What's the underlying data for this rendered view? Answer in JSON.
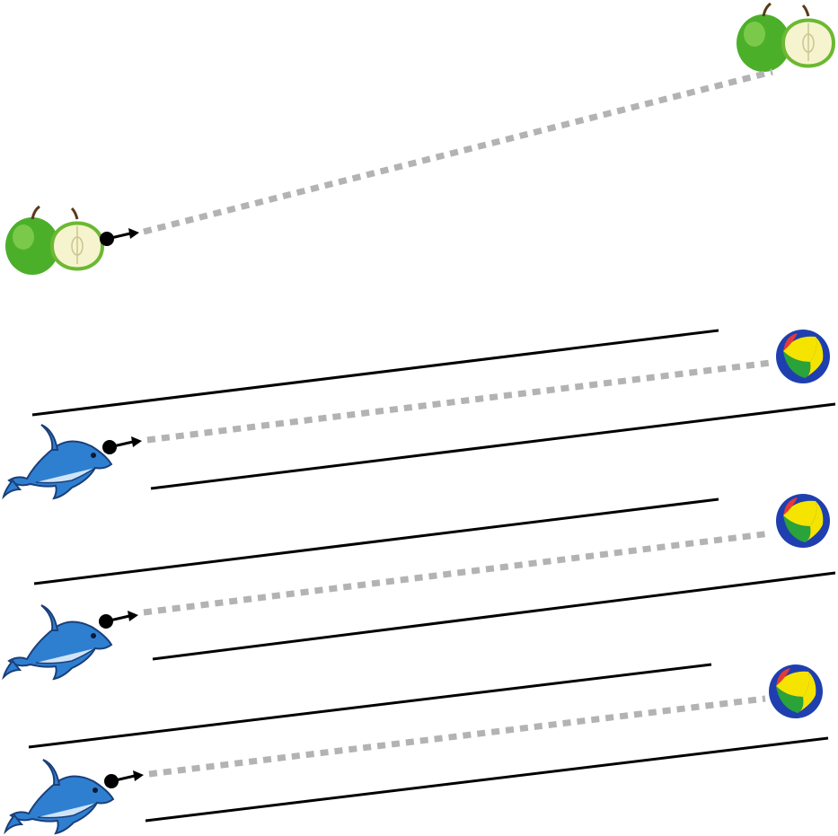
{
  "worksheet": {
    "activity": "trace-the-path",
    "example": {
      "start_icon": "apple-icon",
      "end_icon": "apple-icon",
      "path_style": "dotted",
      "path_color": "#b3b3b3"
    },
    "rows": [
      {
        "start_icon": "dolphin-icon",
        "end_icon": "beach-ball-icon",
        "path_style": "dotted"
      },
      {
        "start_icon": "dolphin-icon",
        "end_icon": "beach-ball-icon",
        "path_style": "dotted"
      },
      {
        "start_icon": "dolphin-icon",
        "end_icon": "beach-ball-icon",
        "path_style": "dotted"
      }
    ],
    "colors": {
      "guide_line": "#000000",
      "dotted_path": "#b3b3b3",
      "apple_green": "#4caf2a",
      "dolphin_blue": "#2f7fd1",
      "ball_red": "#e53935",
      "ball_yellow": "#f5e400",
      "ball_green": "#29a33a",
      "ball_blue": "#1f3fb0"
    }
  }
}
